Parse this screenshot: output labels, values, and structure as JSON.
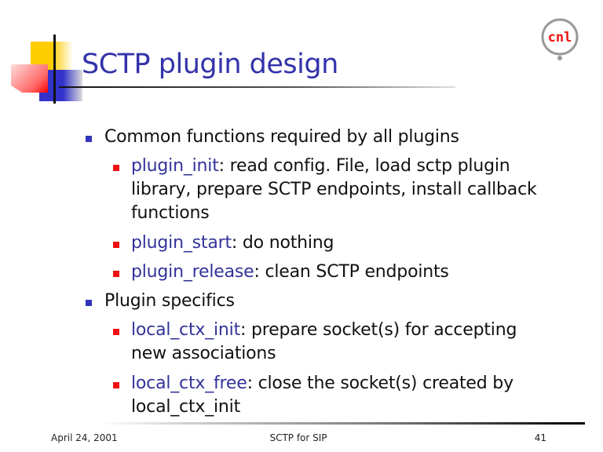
{
  "title": "SCTP plugin design",
  "bullets": {
    "b1": "Common functions required by all plugins",
    "s1_kw": "plugin_init",
    "s1_a": ": read config. File, load sctp plugin",
    "s1_b": "library, prepare SCTP endpoints, install callback",
    "s1_c": "functions",
    "s2_kw": "plugin_start",
    "s2_a": ": do nothing",
    "s3_kw": "plugin_release",
    "s3_a": ": clean SCTP endpoints",
    "b2": "Plugin specifics",
    "s4_kw": "local_ctx_init",
    "s4_a": ": prepare socket(s) for accepting",
    "s4_b": "new associations",
    "s5_kw": "local_ctx_free",
    "s5_a": ": close the socket(s) created by",
    "s5_b": "local_ctx_init"
  },
  "footer": {
    "date": "April 24, 2001",
    "center": "SCTP for SIP",
    "page": "41"
  },
  "logo": {
    "text": "cnl"
  },
  "colors": {
    "title": "#3333aa",
    "keyword": "#333399",
    "bullet1": "#3333bb",
    "bullet2": "#ee1111"
  }
}
